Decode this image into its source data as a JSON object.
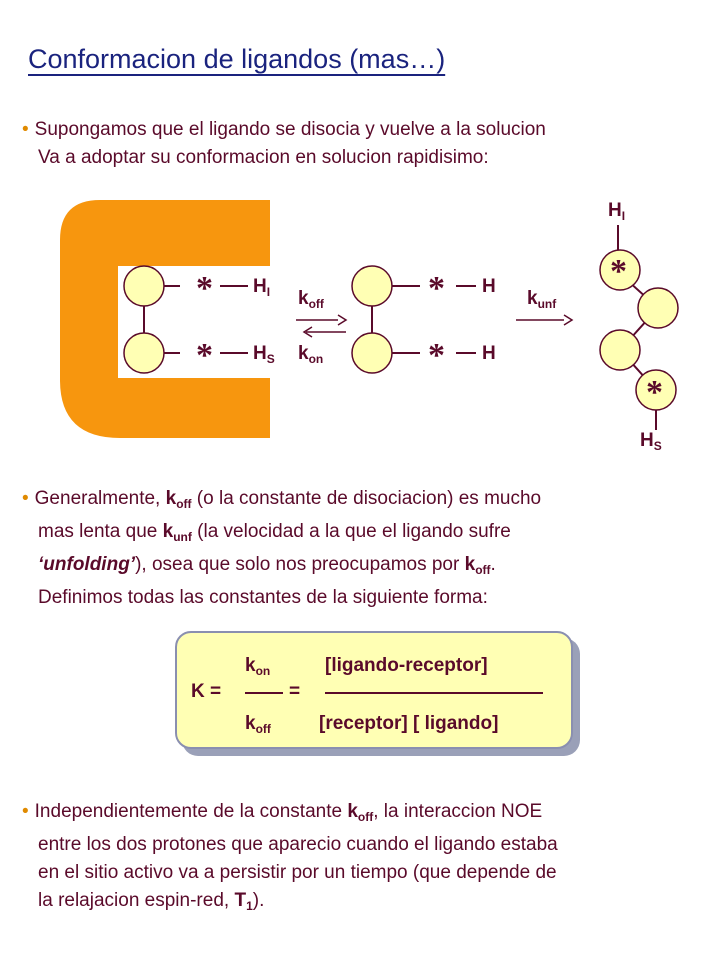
{
  "title": "Conformacion de ligandos (mas…)",
  "bullet1": {
    "line1": "Supongamos que el ligando se disocia y vuelve a la solucion",
    "line2": "Va a adoptar su conformacion en solucion rapidisimo:"
  },
  "diagram": {
    "bound": {
      "h_top": "H",
      "h_top_sub": "I",
      "h_bot": "H",
      "h_bot_sub": "S",
      "star": "*"
    },
    "koff": {
      "k": "k",
      "sub": "off"
    },
    "kon": {
      "k": "k",
      "sub": "on"
    },
    "free": {
      "h_top": "H",
      "h_bot": "H",
      "star": "*"
    },
    "kunf": {
      "k": "k",
      "sub": "unf"
    },
    "unfolded": {
      "h_top": "H",
      "h_top_sub": "I",
      "h_bot": "H",
      "h_bot_sub": "S",
      "star": "*"
    },
    "colors": {
      "receptor": "#f7960e",
      "atom": "#ffffb4",
      "text": "#5a0a2a"
    }
  },
  "bullet2": {
    "l1a": "Generalmente, ",
    "l1k": "k",
    "l1ksub": "off",
    "l1b": " (o la constante de disociacion) es mucho",
    "l2a": "mas lenta que ",
    "l2k": "k",
    "l2ksub": "unf",
    "l2b": " (la velocidad a la que el ligando sufre",
    "l3it": "‘unfolding’",
    "l3a": "), osea que solo nos preocupamos por ",
    "l3k": "k",
    "l3ksub": "off",
    "l3b": ".",
    "l4": "Definimos todas las constantes de la siguiente forma:"
  },
  "formula": {
    "K": "K =",
    "num_k": "k",
    "num_sub": "on",
    "den_k": "k",
    "den_sub": "off",
    "eq": "=",
    "num_right": "[ligando-receptor]",
    "den_right": "[receptor] [ ligando]"
  },
  "bullet3": {
    "l1a": "Independientemente de la constante ",
    "l1k": "k",
    "l1ksub": "off",
    "l1b": ", la interaccion NOE",
    "l2": "entre los dos protones que aparecio cuando el ligando estaba",
    "l3": "en el sitio activo va a persistir por un tiempo (que depende de",
    "l4a": "la relajacion espin-red, ",
    "l4T": "T",
    "l4Tsub": "1",
    "l4b": ")."
  }
}
